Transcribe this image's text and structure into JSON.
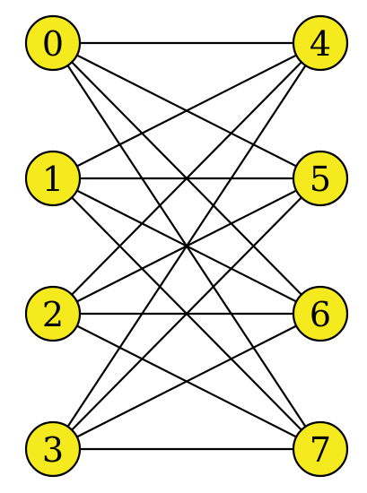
{
  "graph": {
    "type": "complete-bipartite",
    "node_fill": "#f5ea1e",
    "node_stroke": "#000000",
    "edge_color": "#000000",
    "left_nodes": [
      "0",
      "1",
      "2",
      "3"
    ],
    "right_nodes": [
      "4",
      "5",
      "6",
      "7"
    ],
    "edges": [
      [
        "0",
        "4"
      ],
      [
        "0",
        "5"
      ],
      [
        "0",
        "6"
      ],
      [
        "0",
        "7"
      ],
      [
        "1",
        "4"
      ],
      [
        "1",
        "5"
      ],
      [
        "1",
        "6"
      ],
      [
        "1",
        "7"
      ],
      [
        "2",
        "4"
      ],
      [
        "2",
        "5"
      ],
      [
        "2",
        "6"
      ],
      [
        "2",
        "7"
      ],
      [
        "3",
        "4"
      ],
      [
        "3",
        "5"
      ],
      [
        "3",
        "6"
      ],
      [
        "3",
        "7"
      ]
    ]
  }
}
